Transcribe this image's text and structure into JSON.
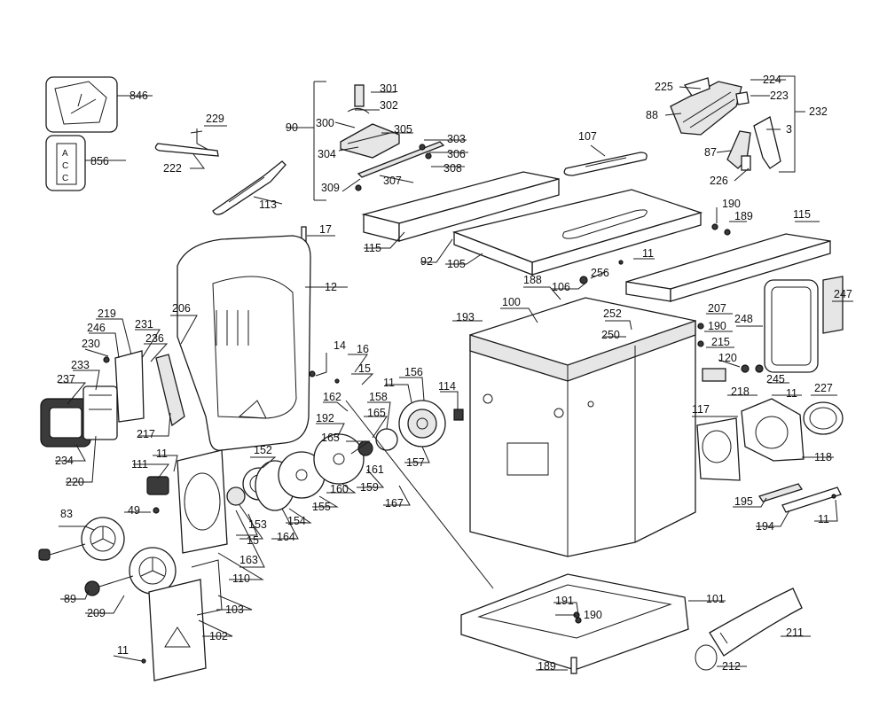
{
  "callouts": {
    "c846": "846",
    "c856": "856",
    "c229": "229",
    "c222": "222",
    "c113": "113",
    "c301": "301",
    "c302": "302",
    "c300": "300",
    "c305": "305",
    "c90": "90",
    "c304": "304",
    "c303": "303",
    "c306": "306",
    "c308": "308",
    "c309": "309",
    "c307": "307",
    "c107": "107",
    "c225": "225",
    "c224": "224",
    "c223": "223",
    "c88": "88",
    "c232": "232",
    "c3": "3",
    "c87": "87",
    "c226": "226",
    "c17": "17",
    "c12": "12",
    "c115a": "115",
    "c92": "92",
    "c105": "105",
    "c190a": "190",
    "c189a": "189",
    "c115b": "115",
    "c11a": "11",
    "c256": "256",
    "c188": "188",
    "c106": "106",
    "c100": "100",
    "c193": "193",
    "c252": "252",
    "c250": "250",
    "c247": "247",
    "c207": "207",
    "c190b": "190",
    "c248": "248",
    "c215": "215",
    "c120": "120",
    "c245": "245",
    "c218": "218",
    "c11b": "11",
    "c227": "227",
    "c117": "117",
    "c118": "118",
    "c206": "206",
    "c219": "219",
    "c246": "246",
    "c231": "231",
    "c236": "236",
    "c230": "230",
    "c233": "233",
    "c237": "237",
    "c234": "234",
    "c220": "220",
    "c217": "217",
    "c14": "14",
    "c16": "16",
    "c15a": "15",
    "c11c": "11",
    "c156": "156",
    "c114": "114",
    "c162": "162",
    "c158": "158",
    "c165a": "165",
    "c192": "192",
    "c165b": "165",
    "c161": "161",
    "c157": "157",
    "c159": "159",
    "c160": "160",
    "c155": "155",
    "c152": "152",
    "c154": "154",
    "c153": "153",
    "c164": "164",
    "c15b": "15",
    "c163": "163",
    "c167": "167",
    "c111": "111",
    "c11d": "11",
    "c49": "49",
    "c83": "83",
    "c110": "110",
    "c103": "103",
    "c89": "89",
    "c209": "209",
    "c102": "102",
    "c11e": "11",
    "c195": "195",
    "c194": "194",
    "c11f": "11",
    "c101": "101",
    "c191": "191",
    "c190c": "190",
    "c211": "211",
    "c212": "212",
    "c189b": "189"
  },
  "decals": {
    "acc_top": "A",
    "acc_mid": "C",
    "acc_bot": "C"
  },
  "colors": {
    "line": "#1a1a1a",
    "background": "#ffffff",
    "shade": "#e6e6e6"
  }
}
